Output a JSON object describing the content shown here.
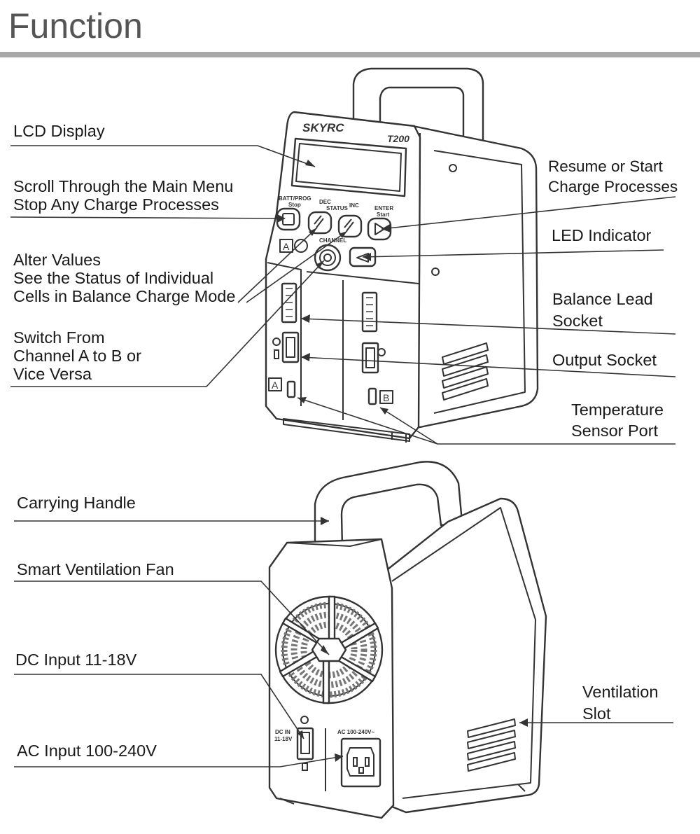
{
  "title": "Function",
  "colors": {
    "title_text": "#555555",
    "title_bar": "#a8a8a8",
    "line": "#333333",
    "text": "#1a1a1a"
  },
  "device": {
    "brand": "SKYRC",
    "model": "T200",
    "buttons": {
      "batt": {
        "line1": "BATT/PROG",
        "line2": "Stop"
      },
      "dec": "DEC",
      "status": "STATUS",
      "inc": "INC",
      "enter": {
        "line1": "ENTER",
        "line2": "Start"
      },
      "channel": "CHANNEL"
    },
    "channel_a": "A",
    "channel_b": "B",
    "dc_in": {
      "line1": "DC IN",
      "line2": "11-18V"
    },
    "ac_in": "AC 100-240V~"
  },
  "labels": {
    "lcd_display": "LCD Display",
    "scroll": [
      "Scroll Through the Main Menu",
      "Stop Any Charge Processes"
    ],
    "alter": [
      "Alter Values",
      "See the Status of Individual",
      "Cells in Balance Charge Mode"
    ],
    "switch": [
      "Switch From",
      "Channel A to B or",
      "Vice Versa"
    ],
    "resume": [
      "Resume or Start",
      "Charge Processes"
    ],
    "led": "LED Indicator",
    "balance": [
      "Balance Lead",
      "Socket"
    ],
    "output": "Output Socket",
    "temperature": [
      "Temperature",
      "Sensor Port"
    ],
    "handle": "Carrying Handle",
    "fan": "Smart Ventilation Fan",
    "dc_input": "DC Input 11-18V",
    "ventilation": [
      "Ventilation",
      "Slot"
    ],
    "ac_input": "AC Input 100-240V"
  }
}
